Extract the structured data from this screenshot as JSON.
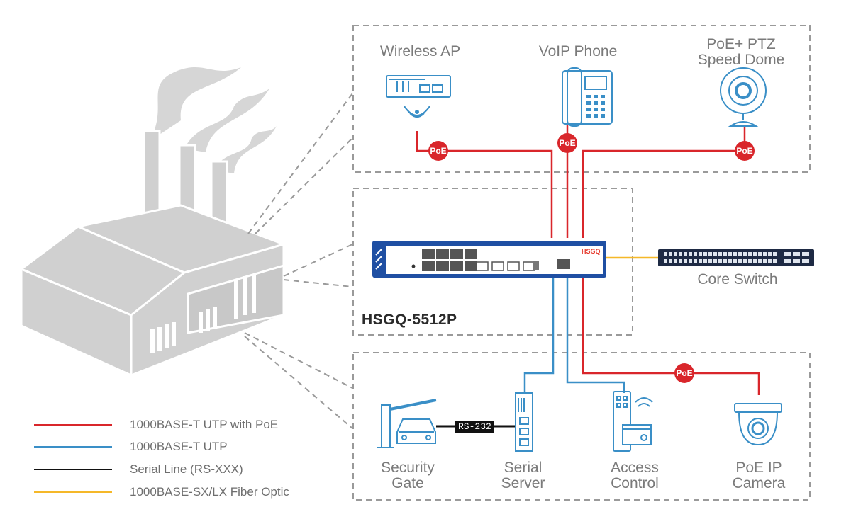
{
  "devices": {
    "wireless_ap": "Wireless AP",
    "voip_phone": "VoIP Phone",
    "ptz_line1": "PoE+ PTZ",
    "ptz_line2": "Speed Dome",
    "core_switch": "Core Switch",
    "model": "HSGQ-5512P",
    "security_gate_line1": "Security",
    "security_gate_line2": "Gate",
    "serial_server_line1": "Serial",
    "serial_server_line2": "Server",
    "access_control_line1": "Access",
    "access_control_line2": "Control",
    "ip_camera_line1": "PoE IP",
    "ip_camera_line2": "Camera"
  },
  "badges": {
    "poe": "PoE",
    "rs232": "RS-232",
    "brand": "HSGQ"
  },
  "legend": [
    {
      "label": "1000BASE-T UTP with PoE",
      "color": "#d9262b"
    },
    {
      "label": "1000BASE-T UTP",
      "color": "#3a8fc7"
    },
    {
      "label": "Serial Line (RS-XXX)",
      "color": "#111111"
    },
    {
      "label": "1000BASE-SX/LX Fiber Optic",
      "color": "#f5b829"
    }
  ],
  "colors": {
    "poe_line": "#d9262b",
    "utp_line": "#3a8fc7",
    "serial_line": "#111111",
    "fiber_line": "#f5b829",
    "switch_blue": "#1f4fa3",
    "icon_blue": "#3a8fc7",
    "factory_gray": "#d0d0d0"
  }
}
